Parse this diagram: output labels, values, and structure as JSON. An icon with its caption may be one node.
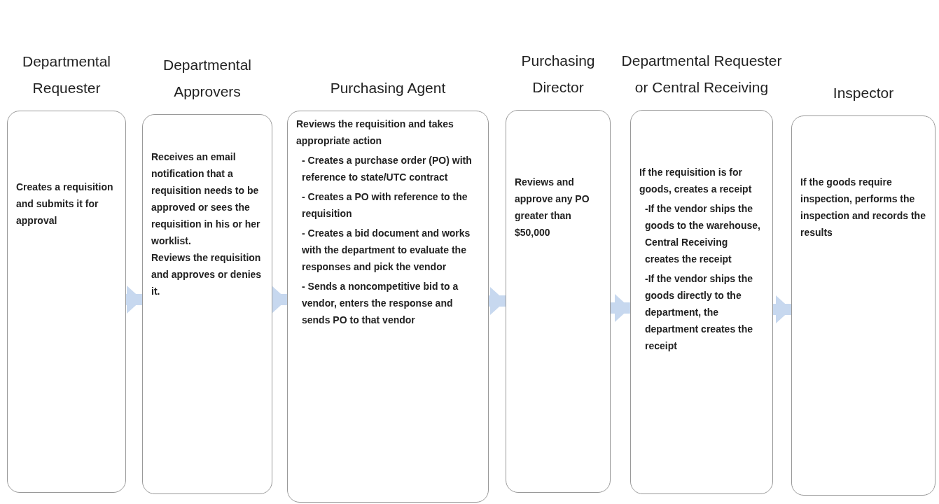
{
  "diagram": {
    "nodes": [
      {
        "text": [
          "Departmental Requester",
          "Creates a requisition and submits it for approval"
        ]
      },
      {
        "text": [
          "Departmental Approvers",
          "Receives an email notification that a requisition needs to be approved or sees the requisition in his or her worklist.",
          "Reviews the requisition and approves or denies it."
        ]
      },
      {
        "text": [
          "Purchasing Agent",
          "Reviews the requisition and takes appropriate action",
          "- Creates a purchase order (PO) with reference to state/UTC contract",
          "- Creates a PO with reference to the requisition",
          "- Creates a bid document and works with the department to evaluate the responses and pick the vendor",
          "- Sends a noncompetitive bid to a vendor, enters the response and sends PO to that vendor"
        ]
      },
      {
        "text": [
          "Purchasing Director",
          "Reviews and approve any PO greater than $50,000"
        ]
      },
      {
        "text": [
          "Departmental Requester or Central Receiving",
          "If the requisition is for goods, creates a receipt",
          "-If the vendor ships the goods to the warehouse, Central Receiving creates the receipt",
          "-If the vendor ships the goods directly to the department, the department creates the receipt"
        ]
      },
      {
        "text": [
          "Inspector",
          "If the goods require inspection, performs the inspection and records the results"
        ]
      }
    ],
    "edges": [
      {
        "from": 0,
        "to": 1,
        "arrow": "to"
      },
      {
        "from": 1,
        "to": 2,
        "arrow": "to"
      },
      {
        "from": 2,
        "to": 3,
        "arrow": "to"
      },
      {
        "from": 3,
        "to": 4,
        "arrow": "to"
      },
      {
        "from": 4,
        "to": 5,
        "arrow": "to"
      }
    ]
  }
}
